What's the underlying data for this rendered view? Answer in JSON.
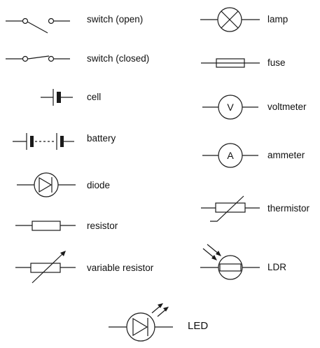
{
  "symbols": {
    "switch_open": "switch (open)",
    "switch_closed": "switch (closed)",
    "cell": "cell",
    "battery": "battery",
    "diode": "diode",
    "resistor": "resistor",
    "variable_resistor": "variable resistor",
    "lamp": "lamp",
    "fuse": "fuse",
    "voltmeter": "voltmeter",
    "ammeter": "ammeter",
    "thermistor": "thermistor",
    "ldr": "LDR",
    "led": "LED"
  },
  "meter_letters": {
    "voltmeter": "V",
    "ammeter": "A"
  }
}
